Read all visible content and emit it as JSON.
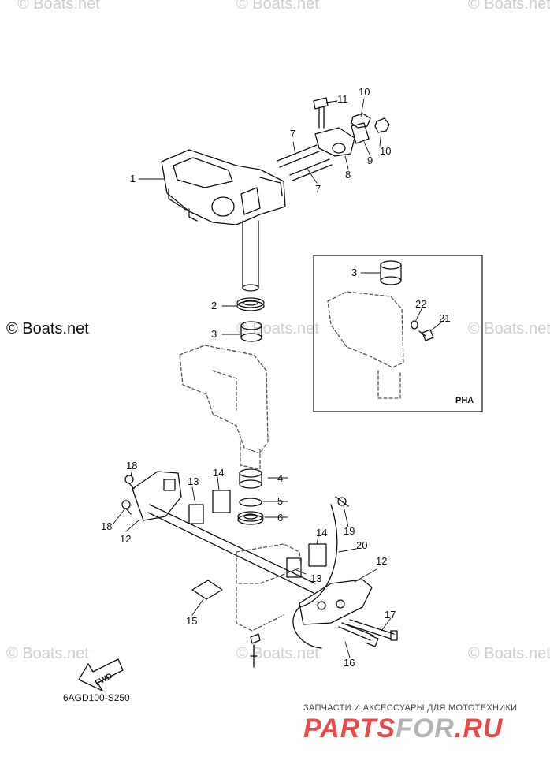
{
  "watermarks": {
    "top_left": "© Boats.net",
    "top_mid": "© Boats.net",
    "top_right": "© Boats.net",
    "mid_left": "© Boats.net",
    "mid_center": "© Boats.net",
    "mid_right": "© Boats.net",
    "bottom_left": "© Boats.net",
    "bottom_center": "© Boats.net",
    "bottom_right": "© Boats.net"
  },
  "callouts": [
    "1",
    "2",
    "3",
    "4",
    "5",
    "6",
    "7",
    "7",
    "8",
    "9",
    "10",
    "10",
    "11",
    "12",
    "12",
    "13",
    "13",
    "14",
    "14",
    "15",
    "16",
    "17",
    "18",
    "18",
    "19",
    "20"
  ],
  "inset": {
    "label": "PHA",
    "callouts": [
      "3",
      "21",
      "22"
    ]
  },
  "diagram_code": "6AGD100-S250",
  "fwd_label": "FWD",
  "shop": {
    "tagline": "ЗАПЧАСТИ И АКСЕССУАРЫ ДЛЯ МОТОТЕХНИКИ",
    "logo_a": "PARTS",
    "logo_b": "FOR",
    "logo_c": ".RU"
  },
  "colors": {
    "line": "#111111",
    "watermark": "#cfcfcf",
    "logo": "#e84a4a"
  }
}
